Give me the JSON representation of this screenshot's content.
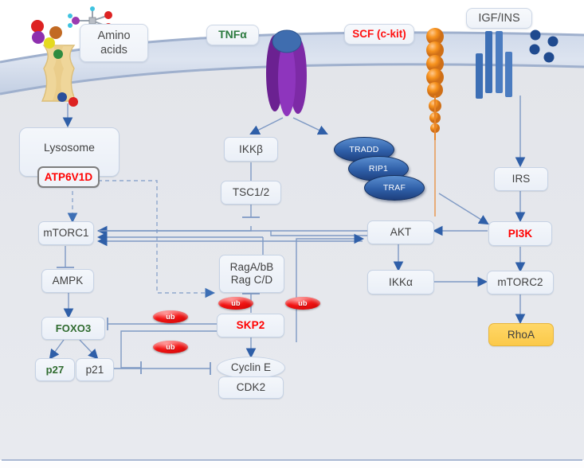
{
  "diagram": {
    "title": "Cell signaling pathway: amino acid / TNF / SCF / IGF-INS inputs to mTORC1-mTORC2",
    "membrane_color": "#c2cee2",
    "cytoplasm_color": "#e6e8ed",
    "accent_red": "#ff0000",
    "accent_green": "#2f6b2f",
    "accent_amber": "#ffd767",
    "arrow_color": "#6b87b8"
  },
  "ligands": [
    {
      "id": "amino-acids",
      "label": "Amino\nacids",
      "line1": "Amino",
      "line2": "acids",
      "color": "#4a4a4a"
    },
    {
      "id": "tnfa",
      "label": "TNFα",
      "color": "#2c7a3f"
    },
    {
      "id": "scf",
      "label": "SCF (c-kit)",
      "color": "#ff1111"
    },
    {
      "id": "igf-ins",
      "label": "IGF/INS",
      "color": "#4a4a4a"
    }
  ],
  "nodes": [
    {
      "id": "lysosome",
      "label": "Lysosome",
      "style": "plain"
    },
    {
      "id": "atp6v1d",
      "label": "ATP6V1D",
      "style": "red-outlined"
    },
    {
      "id": "mtorc1",
      "label": "mTORC1",
      "style": "plain"
    },
    {
      "id": "ampk",
      "label": "AMPK",
      "style": "plain"
    },
    {
      "id": "foxo3",
      "label": "FOXO3",
      "style": "green"
    },
    {
      "id": "p27",
      "label": "p27",
      "style": "green"
    },
    {
      "id": "p21",
      "label": "p21",
      "style": "plain"
    },
    {
      "id": "ikkb",
      "label": "IKKβ",
      "style": "plain"
    },
    {
      "id": "tsc12",
      "label": "TSC1/2",
      "style": "plain"
    },
    {
      "id": "rag",
      "label": "RagA/bB Rag C/D",
      "line1": "RagA/bB",
      "line2": "Rag C/D",
      "style": "plain"
    },
    {
      "id": "skp2",
      "label": "SKP2",
      "style": "red"
    },
    {
      "id": "cyclin-e",
      "label": "Cyclin E",
      "style": "ellipse"
    },
    {
      "id": "cdk2",
      "label": "CDK2",
      "style": "plain"
    },
    {
      "id": "irs",
      "label": "IRS",
      "style": "plain"
    },
    {
      "id": "pi3k",
      "label": "PI3K",
      "style": "red"
    },
    {
      "id": "akt",
      "label": "AKT",
      "style": "plain"
    },
    {
      "id": "ikka",
      "label": "IKKα",
      "style": "plain"
    },
    {
      "id": "mtorc2",
      "label": "mTORC2",
      "style": "plain"
    },
    {
      "id": "rhoa",
      "label": "RhoA",
      "style": "amber"
    }
  ],
  "adaptors": [
    {
      "id": "tradd",
      "label": "TRADD"
    },
    {
      "id": "rip1",
      "label": "RIP1"
    },
    {
      "id": "traf",
      "label": "TRAF"
    }
  ],
  "ubiquitin_badges": [
    {
      "id": "ub-1",
      "label": "ub"
    },
    {
      "id": "ub-2",
      "label": "ub"
    },
    {
      "id": "ub-3",
      "label": "ub"
    },
    {
      "id": "ub-4",
      "label": "ub"
    }
  ],
  "edges": [
    {
      "from": "amino-acids-transporter",
      "to": "lysosome",
      "type": "activate"
    },
    {
      "from": "atp6v1d",
      "to": "mtorc1",
      "type": "activate-dashed"
    },
    {
      "from": "atp6v1d",
      "to": "rag",
      "type": "activate-dashed"
    },
    {
      "from": "mtorc1",
      "to": "ampk",
      "type": "inhibit"
    },
    {
      "from": "ampk",
      "to": "foxo3",
      "type": "activate"
    },
    {
      "from": "foxo3",
      "to": "p27",
      "type": "activate"
    },
    {
      "from": "foxo3",
      "to": "p21",
      "type": "activate"
    },
    {
      "from": "ikkb",
      "to": "tsc12",
      "type": "inhibit"
    },
    {
      "from": "tsc12",
      "to": "mtorc1",
      "type": "inhibit"
    },
    {
      "from": "rag",
      "to": "mtorc1",
      "type": "activate"
    },
    {
      "from": "rag",
      "to": "skp2",
      "type": "inhibit"
    },
    {
      "from": "skp2",
      "to": "foxo3",
      "type": "inhibit"
    },
    {
      "from": "skp2",
      "to": "p21",
      "type": "inhibit"
    },
    {
      "from": "skp2",
      "to": "cyclin-e",
      "type": "activate"
    },
    {
      "from": "skp2",
      "to": "akt",
      "type": "activate"
    },
    {
      "from": "akt",
      "to": "mtorc1",
      "type": "activate"
    },
    {
      "from": "akt",
      "to": "ikka",
      "type": "activate"
    },
    {
      "from": "ikka",
      "to": "mtorc2",
      "type": "activate"
    },
    {
      "from": "irs",
      "to": "pi3k",
      "type": "activate"
    },
    {
      "from": "pi3k",
      "to": "akt",
      "type": "activate"
    },
    {
      "from": "pi3k",
      "to": "mtorc2",
      "type": "activate"
    },
    {
      "from": "mtorc2",
      "to": "rhoa",
      "type": "activate"
    },
    {
      "from": "tnfa-receptor",
      "to": "ikkb",
      "type": "activate"
    },
    {
      "from": "tnfa-receptor",
      "to": "adaptors",
      "type": "activate"
    },
    {
      "from": "scf-receptor",
      "to": "pi3k",
      "type": "activate"
    },
    {
      "from": "igf-receptor",
      "to": "irs",
      "type": "activate"
    }
  ]
}
